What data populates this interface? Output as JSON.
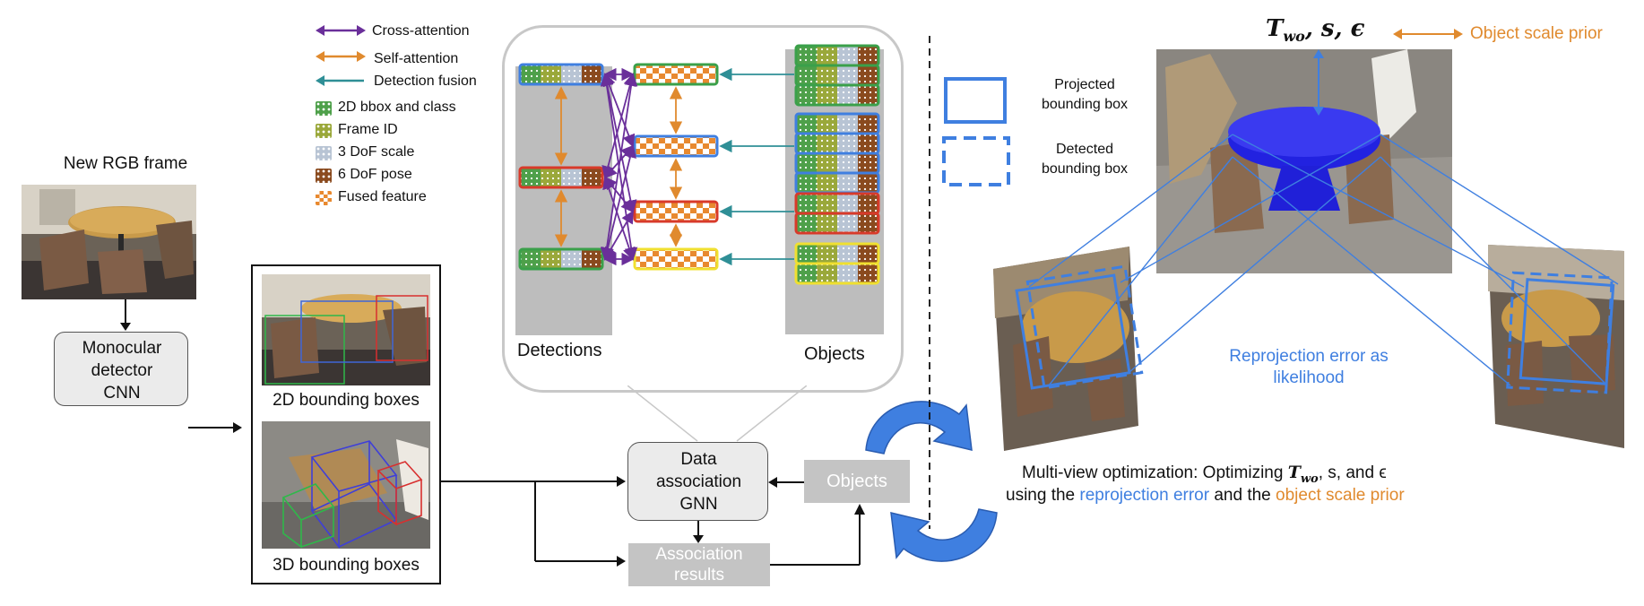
{
  "new_frame": {
    "title": "New RGB frame"
  },
  "detector": {
    "label_lines": [
      "Monocular",
      "detector",
      "CNN"
    ]
  },
  "boxes_panel": {
    "caption_2d": "2D bounding boxes",
    "caption_3d": "3D bounding boxes"
  },
  "gnn_node": {
    "label_lines": [
      "Data",
      "association",
      "GNN"
    ]
  },
  "objects_node": {
    "label": "Objects"
  },
  "results_node": {
    "label_lines": [
      "Association",
      "results"
    ]
  },
  "legend": {
    "arrows": [
      {
        "label": "Cross-attention",
        "color": "#6a2f9a"
      },
      {
        "label": "Self-attention",
        "color": "#e08a2e"
      },
      {
        "label": "Detection fusion",
        "color": "#2f8f96"
      }
    ],
    "features": [
      {
        "label": "2D bbox and class",
        "color": "#4ea04a",
        "icon": "dotted-swatch"
      },
      {
        "label": "Frame ID",
        "color": "#9aa83a",
        "icon": "dotted-swatch"
      },
      {
        "label": "3 DoF scale",
        "color": "#b8c4d4",
        "icon": "dotted-swatch"
      },
      {
        "label": "6 DoF pose",
        "color": "#8a4a1e",
        "icon": "dotted-swatch"
      },
      {
        "label": "Fused feature",
        "color": "#e8892f",
        "icon": "checker-swatch"
      }
    ]
  },
  "graph": {
    "detections_label": "Detections",
    "objects_label": "Objects"
  },
  "right": {
    "variables": "T_wo , s, ϵ",
    "var_T": "T",
    "var_T_sub": "wo",
    "var_rest": ",  s,  ϵ",
    "scale_prior_label": "Object scale prior",
    "projected_label_lines": [
      "Projected",
      "bounding box"
    ],
    "detected_label_lines": [
      "Detected",
      "bounding box"
    ],
    "reprojection_label_lines": [
      "Reprojection error as",
      "likelihood"
    ],
    "opt_line1_prefix": "Multi-view optimization: Optimizing ",
    "opt_T": "T",
    "opt_T_sub": "wo",
    "opt_line1_mid": ", s, and ϵ",
    "opt_line2_prefix": "using the ",
    "opt_reproj": "reprojection error",
    "opt_and": " and the ",
    "opt_prior": "object scale prior"
  },
  "colors": {
    "blue": "#3f7fe0",
    "orange": "#e08a2e",
    "purple": "#6a2f9a",
    "teal": "#2f8f96",
    "gray_panel": "#bdbdbd",
    "node_fill": "#ebebeb"
  }
}
